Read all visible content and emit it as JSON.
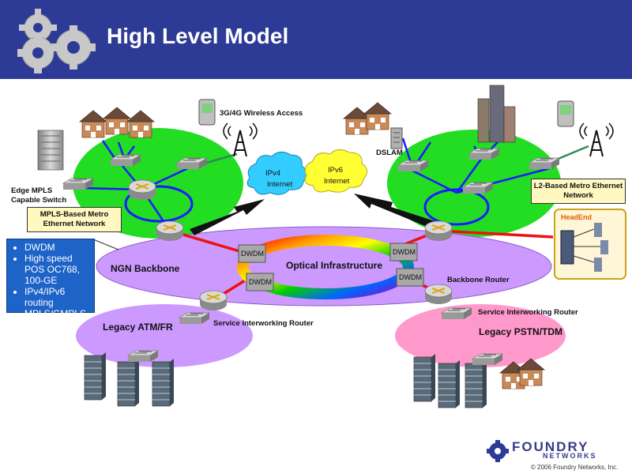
{
  "header": {
    "title": "High Level Model",
    "bg_color": "#2e3b96"
  },
  "labels": {
    "wireless": "3G/4G Wireless Access",
    "dslam": "DSLAM",
    "ipv4": "IPv4",
    "ipv6": "IPv6",
    "internet": "Internet",
    "edge_mpls_1": "Edge MPLS",
    "edge_mpls_2": "Capable Switch",
    "mpls_metro_1": "MPLS-Based Metro",
    "mpls_metro_2": "Ethernet Network",
    "l2_metro_1": "L2-Based Metro Ethernet",
    "l2_metro_2": "Network",
    "headend": "HeadEnd",
    "ngn_backbone": "NGN Backbone",
    "optical": "Optical Infrastructure",
    "dwdm": "DWDM",
    "backbone_router": "Backbone Router",
    "service_router": "Service Interworking Router",
    "legacy_atm": "Legacy ATM/FR",
    "legacy_pstn": "Legacy PSTN/TDM"
  },
  "features": [
    "DWDM",
    "High speed POS OC768, 100-GE",
    "IPv4/IPv6 routing",
    "MPLS/GMPLS"
  ],
  "footer": {
    "brand": "FOUNDRY",
    "sub": "NETWORKS",
    "copyright": "© 2006 Foundry Networks, Inc."
  },
  "colors": {
    "green_cloud": "#22dd22",
    "purple_cloud": "#cc99ff",
    "pink_cloud": "#ff99cc",
    "ipv4_cloud": "#33ccff",
    "ipv6_cloud": "#ffff33",
    "feature_box": "#1e63c8",
    "label_box": "#fff8c0"
  }
}
